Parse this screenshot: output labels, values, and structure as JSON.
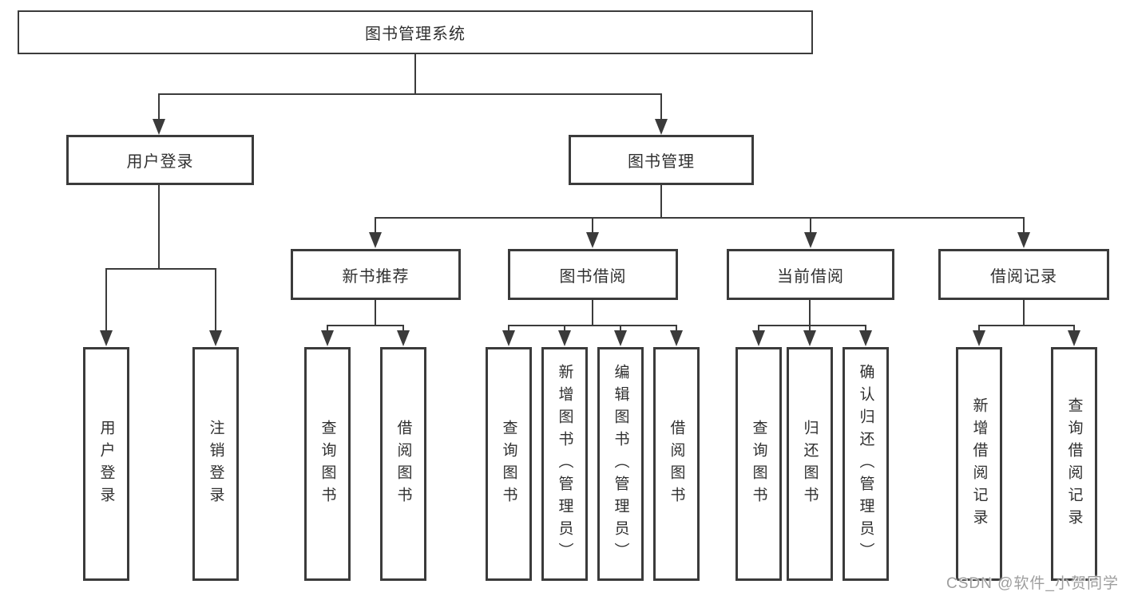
{
  "diagram": {
    "title": "图书管理系统",
    "tree": {
      "label": "图书管理系统",
      "children": [
        {
          "label": "用户登录",
          "children": [
            {
              "label": "用户登录"
            },
            {
              "label": "注销登录"
            }
          ]
        },
        {
          "label": "图书管理",
          "children": [
            {
              "label": "新书推荐",
              "children": [
                {
                  "label": "查询图书"
                },
                {
                  "label": "借阅图书"
                }
              ]
            },
            {
              "label": "图书借阅",
              "children": [
                {
                  "label": "查询图书"
                },
                {
                  "label": "新增图书（管理员）"
                },
                {
                  "label": "编辑图书（管理员）"
                },
                {
                  "label": "借阅图书"
                }
              ]
            },
            {
              "label": "当前借阅",
              "children": [
                {
                  "label": "查询图书"
                },
                {
                  "label": "归还图书"
                },
                {
                  "label": "确认归还（管理员）"
                }
              ]
            },
            {
              "label": "借阅记录",
              "children": [
                {
                  "label": "新增借阅记录"
                },
                {
                  "label": "查询借阅记录"
                }
              ]
            }
          ]
        }
      ]
    }
  },
  "watermark": {
    "text": "CSDN @软件_小贺同学"
  },
  "colors": {
    "line": "#3b3b3b",
    "text": "#303030",
    "watermark": "#9e9e9e",
    "background": "#ffffff"
  }
}
